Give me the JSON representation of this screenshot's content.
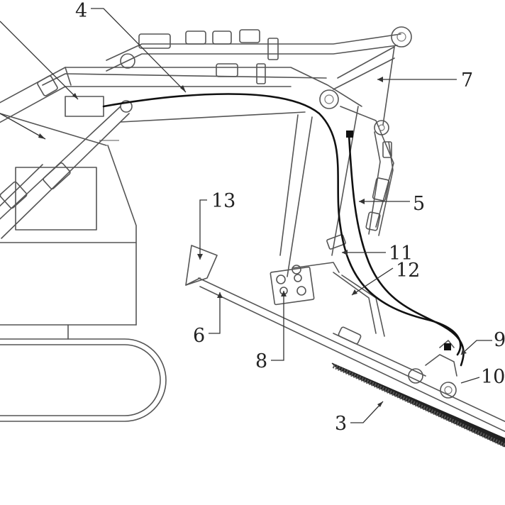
{
  "labels": {
    "l3": "3",
    "l4": "4",
    "l5": "5",
    "l6": "6",
    "l7": "7",
    "l8": "8",
    "l9": "9",
    "l10": "10",
    "l11": "11",
    "l12": "12",
    "l13": "13"
  }
}
